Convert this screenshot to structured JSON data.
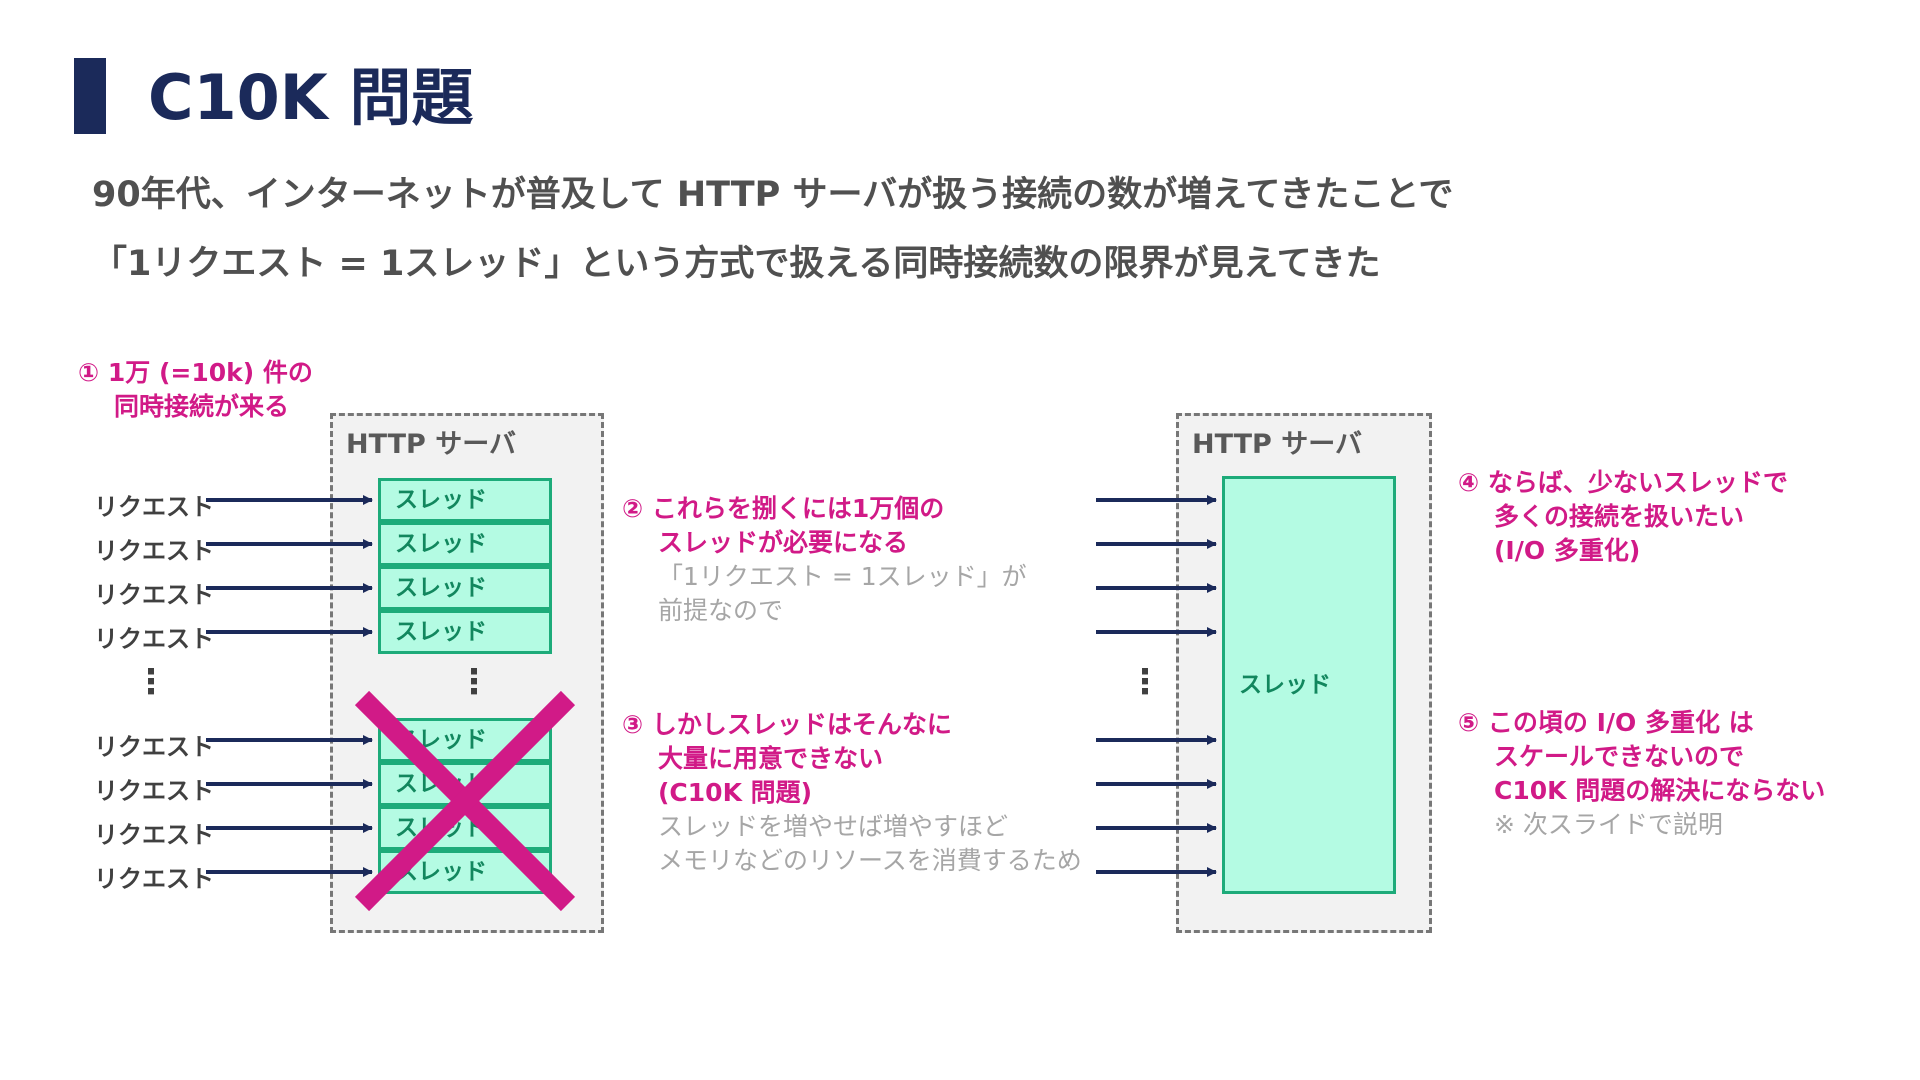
{
  "title": "C10K 問題",
  "subtitle": {
    "line1": "90年代、インターネットが普及して HTTP サーバが扱う接続の数が増えてきたことで",
    "line2": "「1リクエスト = 1スレッド」という方式で扱える同時接続数の限界が見えてきた"
  },
  "left": {
    "note1": {
      "line1": "① 1万 (=10k) 件の",
      "line2": "同時接続が来る"
    },
    "server_label": "HTTP サーバ",
    "requests_top": [
      "リクエスト",
      "リクエスト",
      "リクエスト",
      "リクエスト"
    ],
    "requests_bottom": [
      "リクエスト",
      "リクエスト",
      "リクエスト",
      "リクエスト"
    ],
    "threads_top": [
      "スレッド",
      "スレッド",
      "スレッド",
      "スレッド"
    ],
    "threads_bottom": [
      "スレッド",
      "スレッド",
      "スレッド",
      "スレッド"
    ],
    "ellipsis": "⋮"
  },
  "middle": {
    "note2": {
      "line1": "② これらを捌くには1万個の",
      "line2": "スレッドが必要になる",
      "line3": "「1リクエスト = 1スレッド」が",
      "line4": "前提なので"
    },
    "note3": {
      "line1": "③ しかしスレッドはそんなに",
      "line2": "大量に用意できない",
      "line3": "(C10K 問題)",
      "line4": "スレッドを増やせば増やすほど",
      "line5": "メモリなどのリソースを消費するため"
    }
  },
  "right": {
    "server_label": "HTTP サーバ",
    "thread_label": "スレッド",
    "ellipsis": "⋮",
    "note4": {
      "line1": "④ ならば、少ないスレッドで",
      "line2": "多くの接続を扱いたい",
      "line3": "(I/O 多重化)"
    },
    "note5": {
      "line1": "⑤ この頃の I/O 多重化 は",
      "line2": "スケールできないので",
      "line3": "C10K 問題の解決にならない",
      "line4": "※ 次スライドで説明"
    }
  },
  "colors": {
    "navy": "#1b2a5a",
    "magenta": "#d11a87",
    "thread_fill": "#b4fbe3",
    "thread_border": "#1dab7a",
    "server_fill": "#f2f2f2",
    "body_text": "#505050",
    "note_grey": "#a6a6a6"
  }
}
